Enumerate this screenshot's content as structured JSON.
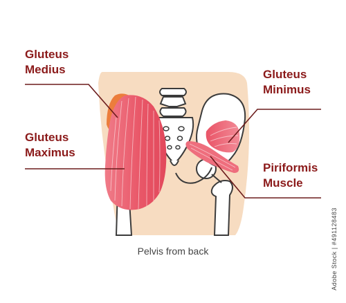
{
  "labels": {
    "gluteus_medius": [
      "Gluteus",
      "Medius"
    ],
    "gluteus_maximus": [
      "Gluteus",
      "Maximus"
    ],
    "gluteus_minimus": [
      "Gluteus",
      "Minimus"
    ],
    "piriformis": [
      "Piriformis",
      "Muscle"
    ]
  },
  "caption": "Pelvis from back",
  "watermark": "Adobe Stock | #491128483",
  "colors": {
    "label_text": "#8b1a1a",
    "skin": "#f7dcc1",
    "muscle": "#e95f70",
    "muscle_light": "#f49aa4",
    "medius": "#ec7d3c",
    "bone_outline": "#3b3b3b"
  }
}
